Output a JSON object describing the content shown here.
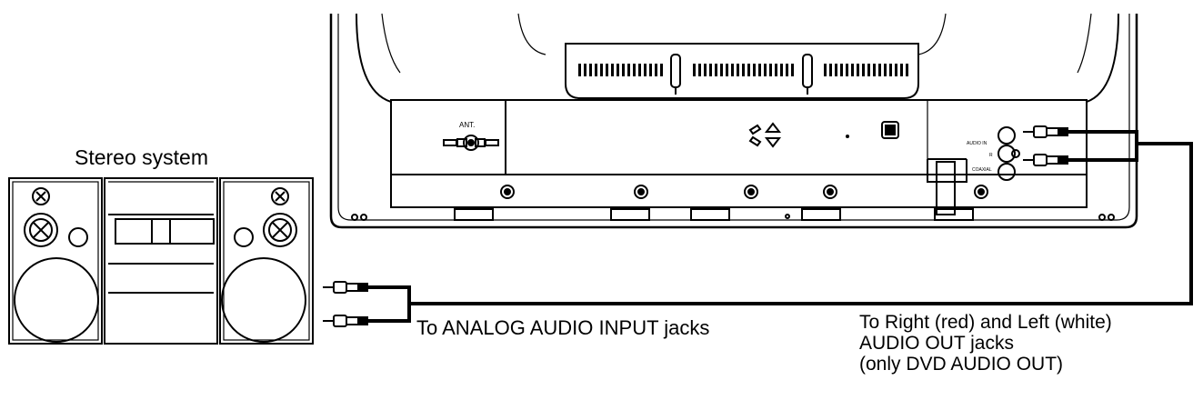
{
  "labels": {
    "stereo_system": "Stereo system",
    "analog_input": "To ANALOG AUDIO INPUT jacks",
    "audio_out_lines": [
      "To Right (red) and Left (white)",
      "AUDIO OUT jacks",
      "(only DVD AUDIO OUT)"
    ]
  },
  "tv_panel": {
    "antenna_label": "ANT.",
    "jack_labels": [
      "AUDIO IN",
      "R",
      "COAXIAL"
    ]
  },
  "icons": [
    "stereo-system-icon",
    "tv-rear-panel-icon",
    "rca-plug-icon",
    "audio-cable-icon"
  ]
}
